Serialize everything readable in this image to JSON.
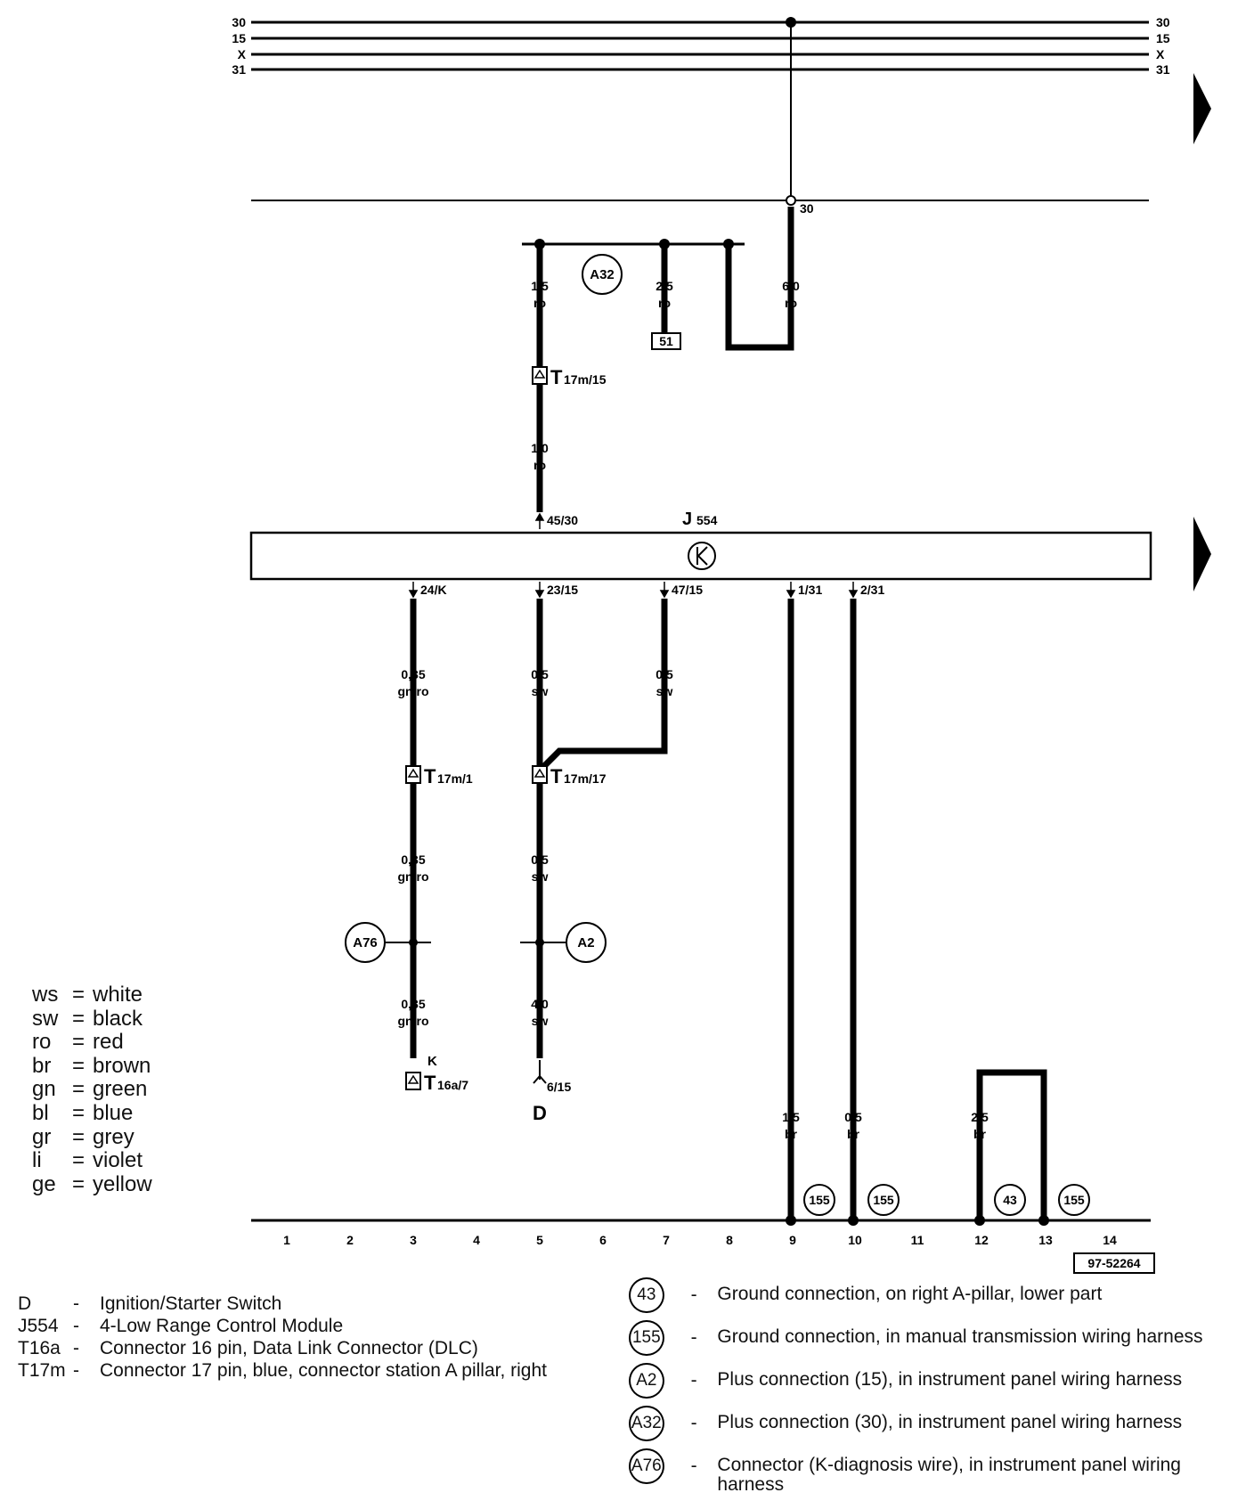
{
  "rails": {
    "left": [
      "30",
      "15",
      "X",
      "31"
    ],
    "right": [
      "30",
      "15",
      "X",
      "31"
    ]
  },
  "module": {
    "code": "J",
    "sub": "554",
    "symbol_icon": "lock-icon"
  },
  "pins": {
    "p45_30": "45/30",
    "p24_K": "24/K",
    "p23_15": "23/15",
    "p47_15": "47/15",
    "p1_31": "1/31",
    "p2_31": "2/31",
    "node30": "30",
    "p6_15": "6/15"
  },
  "wires": {
    "w1": [
      "1,5",
      "ro"
    ],
    "w2": [
      "2,5",
      "ro"
    ],
    "w3": [
      "6,0",
      "ro"
    ],
    "w4": [
      "1,0",
      "ro"
    ],
    "w5": [
      "0,35",
      "gn/ro"
    ],
    "w6": [
      "0,5",
      "sw"
    ],
    "w7": [
      "0,5",
      "sw"
    ],
    "w8": [
      "0,35",
      "gn/ro"
    ],
    "w9": [
      "0,5",
      "sw"
    ],
    "w10": [
      "0,35",
      "gn/ro"
    ],
    "w11": [
      "4,0",
      "sw"
    ],
    "w12": [
      "1,5",
      "br"
    ],
    "w13": [
      "0,5",
      "br"
    ],
    "w14": [
      "2,5",
      "br"
    ]
  },
  "connectors": {
    "t17m15": [
      "T",
      "17m/15"
    ],
    "t17m1": [
      "T",
      "17m/1"
    ],
    "t17m17": [
      "T",
      "17m/17"
    ],
    "t16a7": [
      "T",
      "16a/7"
    ]
  },
  "circles": {
    "a32": "A32",
    "a76": "A76",
    "a2": "A2",
    "g155": "155",
    "g43": "43"
  },
  "box51": "51",
  "k_label": "K",
  "d_label": "D",
  "tracks": [
    "1",
    "2",
    "3",
    "4",
    "5",
    "6",
    "7",
    "8",
    "9",
    "10",
    "11",
    "12",
    "13",
    "14"
  ],
  "ref_number": "97-52264",
  "color_legend": [
    {
      "code": "ws",
      "eq": "=",
      "name": "white"
    },
    {
      "code": "sw",
      "eq": "=",
      "name": "black"
    },
    {
      "code": "ro",
      "eq": "=",
      "name": "red"
    },
    {
      "code": "br",
      "eq": "=",
      "name": "brown"
    },
    {
      "code": "gn",
      "eq": "=",
      "name": "green"
    },
    {
      "code": "bl",
      "eq": "=",
      "name": "blue"
    },
    {
      "code": "gr",
      "eq": "=",
      "name": "grey"
    },
    {
      "code": "li",
      "eq": "=",
      "name": "violet"
    },
    {
      "code": "ge",
      "eq": "=",
      "name": "yellow"
    }
  ],
  "components": [
    {
      "code": "D",
      "dash": "-",
      "desc": "Ignition/Starter Switch"
    },
    {
      "code": "J554",
      "dash": "-",
      "desc": "4-Low Range Control Module"
    },
    {
      "code": "T16a",
      "dash": "-",
      "desc": "Connector 16 pin, Data Link Connector (DLC)"
    },
    {
      "code": "T17m",
      "dash": "-",
      "desc": "Connector 17 pin, blue, connector station A pillar, right"
    }
  ],
  "connections": [
    {
      "id": "43",
      "dash": "-",
      "desc": "Ground connection, on right A-pillar, lower part"
    },
    {
      "id": "155",
      "dash": "-",
      "desc": "Ground connection, in manual transmission wiring harness"
    },
    {
      "id": "A2",
      "dash": "-",
      "desc": "Plus connection (15), in instrument panel wiring harness"
    },
    {
      "id": "A32",
      "dash": "-",
      "desc": "Plus connection (30), in instrument panel wiring harness"
    },
    {
      "id": "A76",
      "dash": "-",
      "desc": "Connector (K-diagnosis wire), in instrument panel wiring harness"
    }
  ]
}
